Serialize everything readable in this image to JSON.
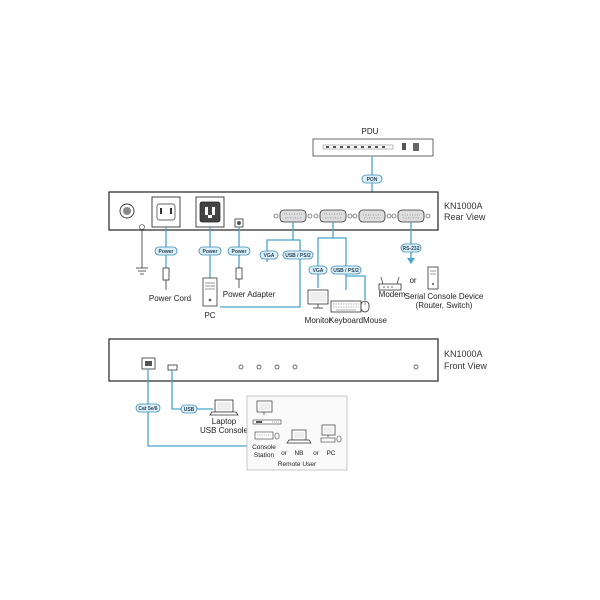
{
  "rear": {
    "model": "KN1000A",
    "view": "Rear View"
  },
  "front": {
    "model": "KN1000A",
    "view": "Front View"
  },
  "pdu": {
    "label": "PDU",
    "pon": "PON"
  },
  "cables": {
    "power1": "Power",
    "power2": "Power",
    "power3": "Power",
    "vga1": "VGA",
    "usbps2_1": "USB / PS/2",
    "vga2": "VGA",
    "usbps2_2": "USB / PS/2",
    "rs232": "RS-232",
    "cat": "Cat 5e/6",
    "usb": "USB"
  },
  "devices": {
    "power_cord": "Power Cord",
    "power_adapter": "Power Adapter",
    "pc": "PC",
    "monitor": "Monitor",
    "keyboard": "Keyboard",
    "mouse": "Mouse",
    "modem": "Modem",
    "or1": "or",
    "serial_console": "Serial Console Device",
    "serial_console_sub": "(Router, Switch)",
    "laptop": "Laptop",
    "usb_console": "USB Console",
    "console_station_1": "Console",
    "console_station_2": "Station",
    "or2": "or",
    "nb": "NB",
    "or3": "or",
    "pc2": "PC",
    "remote_user": "Remote User"
  },
  "colors": {
    "wire": "#4aa3cc",
    "pill_fill": "#dff1fa",
    "pill_stroke": "#3a8ab5"
  }
}
